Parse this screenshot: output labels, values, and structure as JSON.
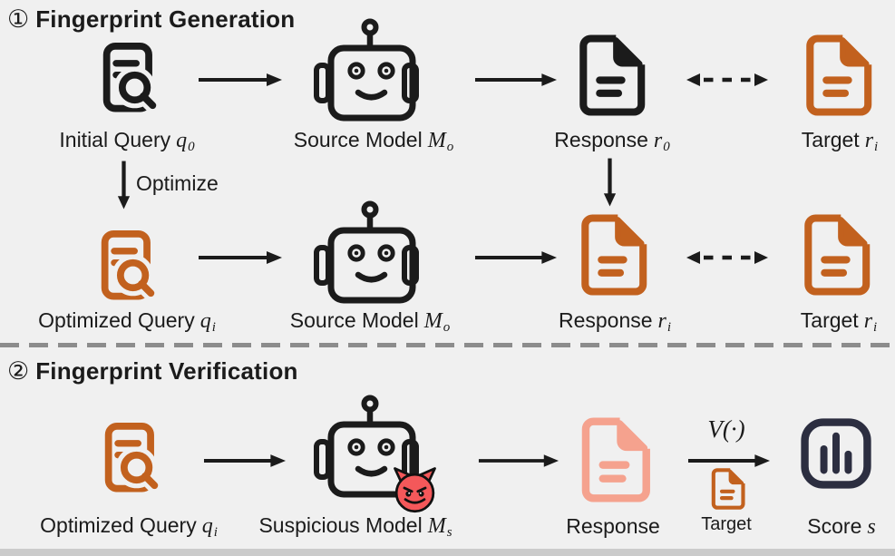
{
  "colors": {
    "background": "#F0F0F0",
    "ink_black": "#1b1b1b",
    "accent_orange": "#C2611E",
    "response_salmon": "#F5A28E",
    "devil_red": "#F4585A",
    "score_navy": "#2C2E40",
    "divider_gray": "#8C8C8C"
  },
  "icons": {
    "query": "document-search-icon",
    "model": "robot-icon",
    "document": "document-text-icon",
    "suspicious": "devil-face-icon",
    "score": "bar-chart-icon"
  },
  "section1": {
    "badge": "①",
    "title": "Fingerprint Generation",
    "optimize_label": "Optimize",
    "row1": {
      "initial_query": {
        "text": "Initial Query",
        "var": "q",
        "sub": "0"
      },
      "source_model": {
        "text": "Source Model",
        "var": "M",
        "sub": "o"
      },
      "response": {
        "text": "Response",
        "var": "r",
        "sub": "0"
      },
      "target": {
        "text": "Target",
        "var": "r",
        "sub": "i"
      }
    },
    "row2": {
      "optimized_query": {
        "text": "Optimized Query",
        "var": "q",
        "sub": "i"
      },
      "source_model": {
        "text": "Source Model",
        "var": "M",
        "sub": "o"
      },
      "response": {
        "text": "Response",
        "var": "r",
        "sub": "i"
      },
      "target": {
        "text": "Target",
        "var": "r",
        "sub": "i"
      }
    }
  },
  "section2": {
    "badge": "②",
    "title": "Fingerprint Verification",
    "optimized_query": {
      "text": "Optimized Query",
      "var": "q",
      "sub": "i"
    },
    "suspicious_model": {
      "text": "Suspicious Model",
      "var": "M",
      "sub": "s"
    },
    "response": {
      "text": "Response"
    },
    "verifier_label": "V(·)",
    "target_label": "Target",
    "score": {
      "text": "Score",
      "var": "s"
    }
  }
}
